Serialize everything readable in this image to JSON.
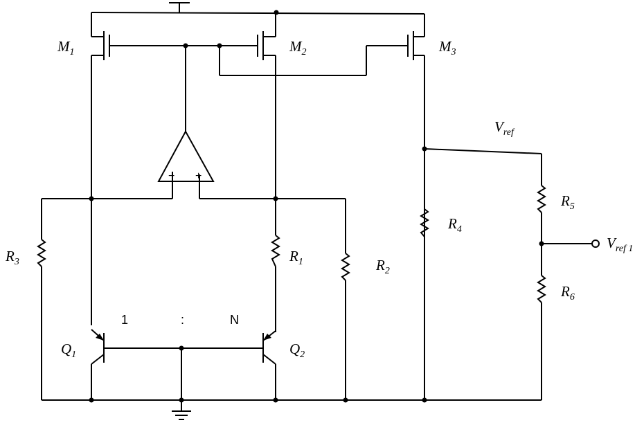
{
  "labels": {
    "M1": {
      "main": "M",
      "sub": "1"
    },
    "M2": {
      "main": "M",
      "sub": "2"
    },
    "M3": {
      "main": "M",
      "sub": "3"
    },
    "Q1": {
      "main": "Q",
      "sub": "1"
    },
    "Q2": {
      "main": "Q",
      "sub": "2"
    },
    "R1": {
      "main": "R",
      "sub": "1"
    },
    "R2": {
      "main": "R",
      "sub": "2"
    },
    "R3": {
      "main": "R",
      "sub": "3"
    },
    "R4": {
      "main": "R",
      "sub": "4"
    },
    "R5": {
      "main": "R",
      "sub": "5"
    },
    "R6": {
      "main": "R",
      "sub": "6"
    },
    "Vref": {
      "main": "V",
      "sub": "ref"
    },
    "Vref1": {
      "main": "V",
      "sub": "ref 1"
    }
  },
  "ratio": {
    "left": "1",
    "colon": ":",
    "right": "N"
  },
  "opamp": {
    "minus": "−",
    "plus": "+"
  }
}
